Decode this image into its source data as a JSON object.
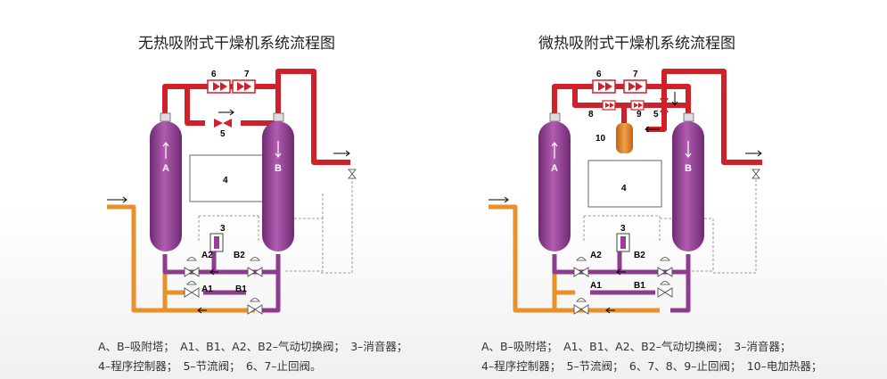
{
  "colors": {
    "red": "#d0202a",
    "orange": "#e8902a",
    "purple": "#8e3c8e",
    "vessel": "#9a3d97",
    "heater": "#e37e1c",
    "gray": "#9a9a9a"
  },
  "left": {
    "title": "无热吸附式干燥机系统流程图",
    "tower_a": "A",
    "tower_b": "B",
    "controller": "4",
    "silencer": "3",
    "valve_a1": "A1",
    "valve_b1": "B1",
    "valve_a2": "A2",
    "valve_b2": "B2",
    "check6": "6",
    "check7": "7",
    "throttle": "5",
    "legend_line1": "A、B–吸附塔；　A1、B1、A2、B2–气动切换阀；　3–消音器；",
    "legend_line2": "4–程序控制器；　5–节流阀；　6、7–止回阀。"
  },
  "right": {
    "title": "微热吸附式干燥机系统流程图",
    "tower_a": "A",
    "tower_b": "B",
    "controller": "4",
    "silencer": "3",
    "valve_a1": "A1",
    "valve_b1": "B1",
    "valve_a2": "A2",
    "valve_b2": "B2",
    "check6": "6",
    "check7": "7",
    "check8": "8",
    "check9": "9",
    "throttle": "5",
    "heater": "10",
    "legend_line1": "A、B–吸附塔；　A1、B1、A2、B2–气动切换阀；　3–消音器；",
    "legend_line2": "4–程序控制器；　5–节流阀；　6、7、8、9–止回阀；　10–电加热器；"
  }
}
